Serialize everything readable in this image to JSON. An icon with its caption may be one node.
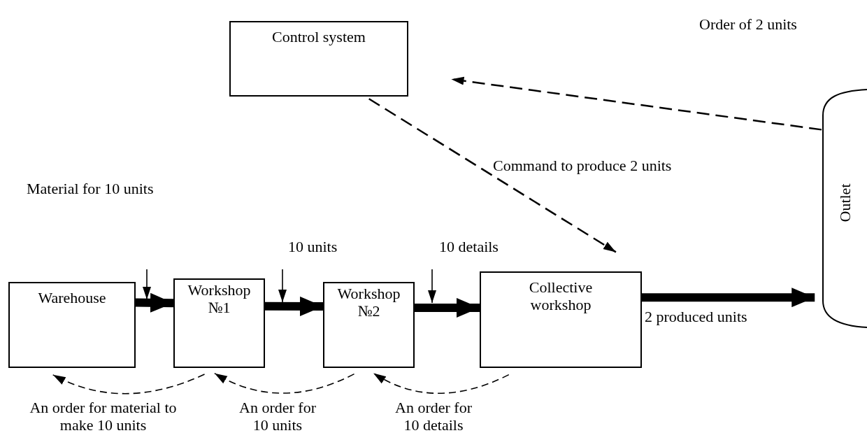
{
  "diagram": {
    "nodes": [
      {
        "text": [
          "Control system"
        ]
      },
      {
        "text": [
          "Outlet"
        ]
      },
      {
        "text": [
          "Warehouse"
        ]
      },
      {
        "text": [
          "Workshop №1"
        ]
      },
      {
        "text": [
          "Workshop №2"
        ]
      },
      {
        "text": [
          "Collective workshop"
        ]
      }
    ],
    "edges": [
      {
        "from": 1,
        "to": 0,
        "arrow": "to",
        "style": "dashed"
      },
      {
        "from": 0,
        "to": 5,
        "arrow": "to",
        "style": "dashed",
        "label": "Command to produce 2 units"
      },
      {
        "from": 2,
        "to": 3,
        "arrow": "to",
        "style": "thick"
      },
      {
        "from": 3,
        "to": 4,
        "arrow": "to",
        "style": "thick"
      },
      {
        "from": 4,
        "to": 5,
        "arrow": "to",
        "style": "thick"
      },
      {
        "from": 5,
        "to": 1,
        "arrow": "to",
        "style": "thick",
        "label": "2 produced units"
      },
      {
        "from": 3,
        "to": 2,
        "arrow": "to",
        "style": "dashed",
        "label": "An order for material to make 10 units"
      },
      {
        "from": 4,
        "to": 3,
        "arrow": "to",
        "style": "dashed",
        "label": "An order for 10 units"
      },
      {
        "from": 5,
        "to": 4,
        "arrow": "to",
        "style": "dashed",
        "label": "An order for 10 details"
      }
    ],
    "labels": [
      "Order of 2 units",
      "Material for 10 units",
      "10 units",
      "10 details"
    ]
  }
}
